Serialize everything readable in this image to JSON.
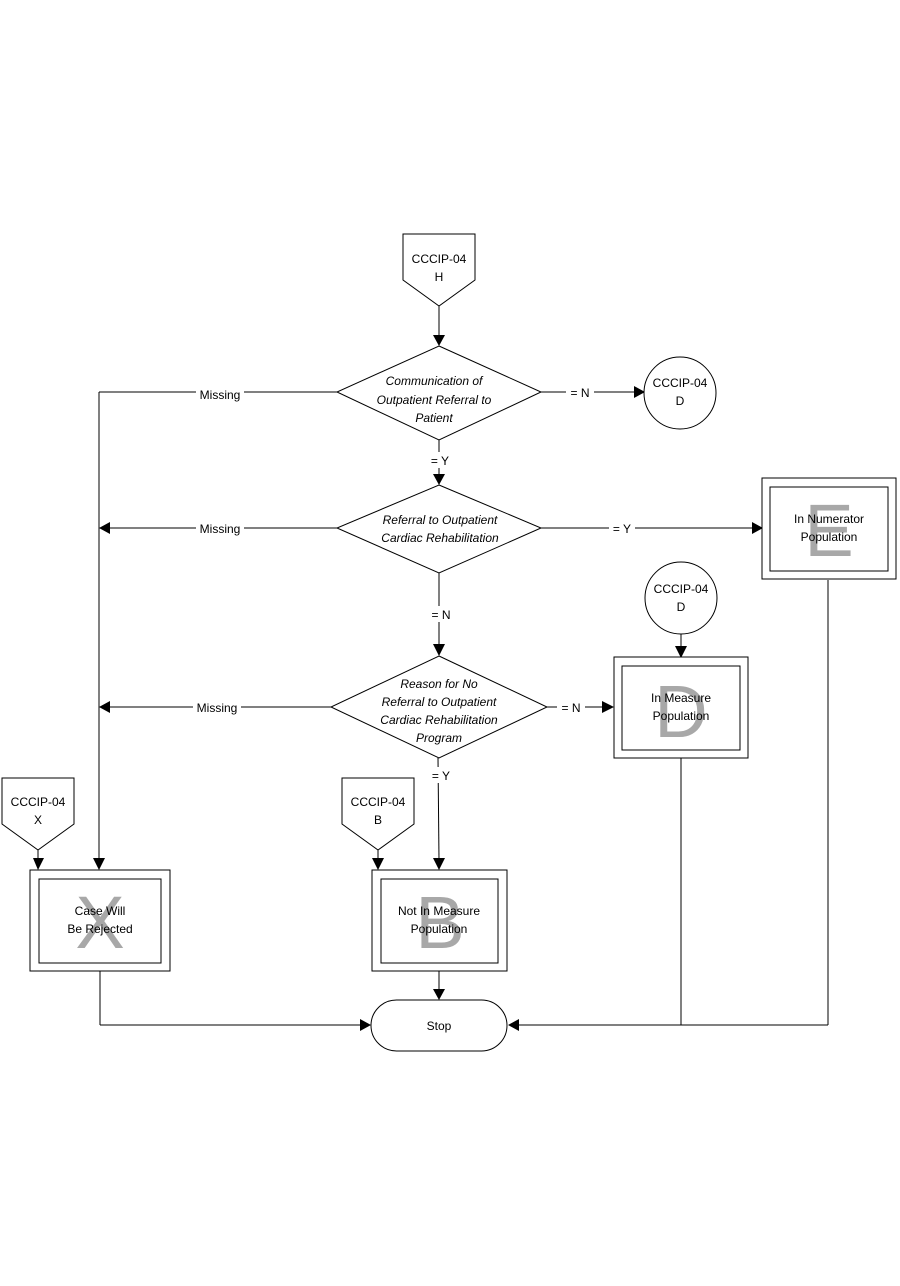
{
  "connectors": {
    "top_h": {
      "line1": "CCCIP-04",
      "line2": "H"
    },
    "left_x": {
      "line1": "CCCIP-04",
      "line2": "X"
    },
    "mid_b": {
      "line1": "CCCIP-04",
      "line2": "B"
    },
    "circle_d_top": {
      "line1": "CCCIP-04",
      "line2": "D"
    },
    "circle_d_mid": {
      "line1": "CCCIP-04",
      "line2": "D"
    }
  },
  "decisions": {
    "communication": {
      "lines": [
        "Communication of",
        "Outpatient Referral to",
        "Patient"
      ]
    },
    "referral": {
      "lines": [
        "Referral to Outpatient",
        "Cardiac Rehabilitation"
      ]
    },
    "reason": {
      "lines": [
        "Reason for No",
        "Referral to Outpatient",
        "Cardiac Rehabilitation",
        "Program"
      ]
    }
  },
  "edge_labels": {
    "missing_1": "Missing",
    "missing_2": "Missing",
    "missing_3": "Missing",
    "n_1": "= N",
    "y_1": "= Y",
    "y_2": "= Y",
    "n_2": "= N",
    "n_3": "= N",
    "y_3": "= Y"
  },
  "outcomes": {
    "numerator": {
      "letter": "E",
      "lines": [
        "In Numerator",
        "Population"
      ]
    },
    "measure": {
      "letter": "D",
      "lines": [
        "In Measure",
        "Population"
      ]
    },
    "rejected": {
      "letter": "X",
      "lines": [
        "Case Will",
        "Be Rejected"
      ]
    },
    "not_measure": {
      "letter": "B",
      "lines": [
        "Not In Measure",
        "Population"
      ]
    }
  },
  "terminal": {
    "label": "Stop"
  }
}
